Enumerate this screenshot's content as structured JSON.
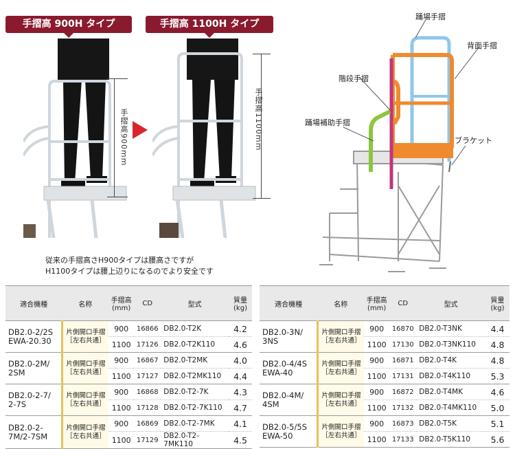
{
  "tags": {
    "left": "手摺高 900H タイプ",
    "right": "手摺高 1100H タイプ"
  },
  "dims": {
    "left": "手摺高900mm",
    "right": "手摺高1100mm"
  },
  "notes": [
    "従来の手摺高さH900タイプは腰高さですが",
    "H1100タイプは腰上辺りになるのでより安全です"
  ],
  "diagram_labels": {
    "platform_rail": "踊場手摺",
    "back_rail": "背面手摺",
    "stair_rail": "階段手摺",
    "platform_aux_rail": "踊場補助手摺",
    "bracket": "ブラケット"
  },
  "colors": {
    "tag": "#8a1b2f",
    "arrow": "#d8262b",
    "orange": "#ef8a2e",
    "blue": "#8fc7ea",
    "magenta": "#c2357d",
    "green": "#8cc63f"
  },
  "table_headers": {
    "model": "適合機種",
    "name": "名称",
    "height": "手摺高\n(mm)",
    "cd": "CD",
    "type": "型式",
    "weight": "質量\n(kg)"
  },
  "left_table": [
    {
      "model": "DB2.0-2/2S\nEWA-20.30",
      "name": "片側開口手摺\n［左右共通］",
      "rows": [
        {
          "h": "900",
          "cd": "16866",
          "type": "DB2.0-T2K",
          "wt": "4.2"
        },
        {
          "h": "1100",
          "cd": "17126",
          "type": "DB2.0-T2K110",
          "wt": "4.6"
        }
      ]
    },
    {
      "model": "DB2.0-2M/\n2SM",
      "name": "片側開口手摺\n［左右共通］",
      "rows": [
        {
          "h": "900",
          "cd": "16867",
          "type": "DB2.0-T2MK",
          "wt": "4.0"
        },
        {
          "h": "1100",
          "cd": "17127",
          "type": "DB2.0-T2MK110",
          "wt": "4.4"
        }
      ]
    },
    {
      "model": "DB2.0-2-7/\n2-7S",
      "name": "片側開口手摺\n［左右共通］",
      "rows": [
        {
          "h": "900",
          "cd": "16868",
          "type": "DB2.0-T2-7K",
          "wt": "4.3"
        },
        {
          "h": "1100",
          "cd": "17128",
          "type": "DB2.0-T2-7K110",
          "wt": "4.7"
        }
      ]
    },
    {
      "model": "DB2.0-2-\n7M/2-7SM",
      "name": "片側開口手摺\n［左右共通］",
      "rows": [
        {
          "h": "900",
          "cd": "16869",
          "type": "DB2.0-T2-7MK",
          "wt": "4.1"
        },
        {
          "h": "1100",
          "cd": "17129",
          "type": "DB2.0-T2-7MK110",
          "wt": "4.5"
        }
      ]
    }
  ],
  "right_table": [
    {
      "model": "DB2.0-3N/\n3NS",
      "name": "片側開口手摺\n［左右共通］",
      "rows": [
        {
          "h": "900",
          "cd": "16870",
          "type": "DB2.0-T3NK",
          "wt": "4.4"
        },
        {
          "h": "1100",
          "cd": "17130",
          "type": "DB2.0-T3NK110",
          "wt": "4.8"
        }
      ]
    },
    {
      "model": "DB2.0-4/4S\nEWA-40",
      "name": "片側開口手摺\n［左右共通］",
      "rows": [
        {
          "h": "900",
          "cd": "16871",
          "type": "DB2.0-T4K",
          "wt": "4.8"
        },
        {
          "h": "1100",
          "cd": "17131",
          "type": "DB2.0-T4K110",
          "wt": "5.3"
        }
      ]
    },
    {
      "model": "DB2.0-4M/\n4SM",
      "name": "片側開口手摺\n［左右共通］",
      "rows": [
        {
          "h": "900",
          "cd": "16872",
          "type": "DB2.0-T4MK",
          "wt": "4.6"
        },
        {
          "h": "1100",
          "cd": "17132",
          "type": "DB2.0-T4MK110",
          "wt": "5.0"
        }
      ]
    },
    {
      "model": "DB2.0-5/5S\nEWA-50",
      "name": "片側開口手摺\n［左右共通］",
      "rows": [
        {
          "h": "900",
          "cd": "16873",
          "type": "DB2.0-T5K",
          "wt": "5.1"
        },
        {
          "h": "1100",
          "cd": "17133",
          "type": "DB2.0-T5K110",
          "wt": "5.6"
        }
      ]
    }
  ]
}
